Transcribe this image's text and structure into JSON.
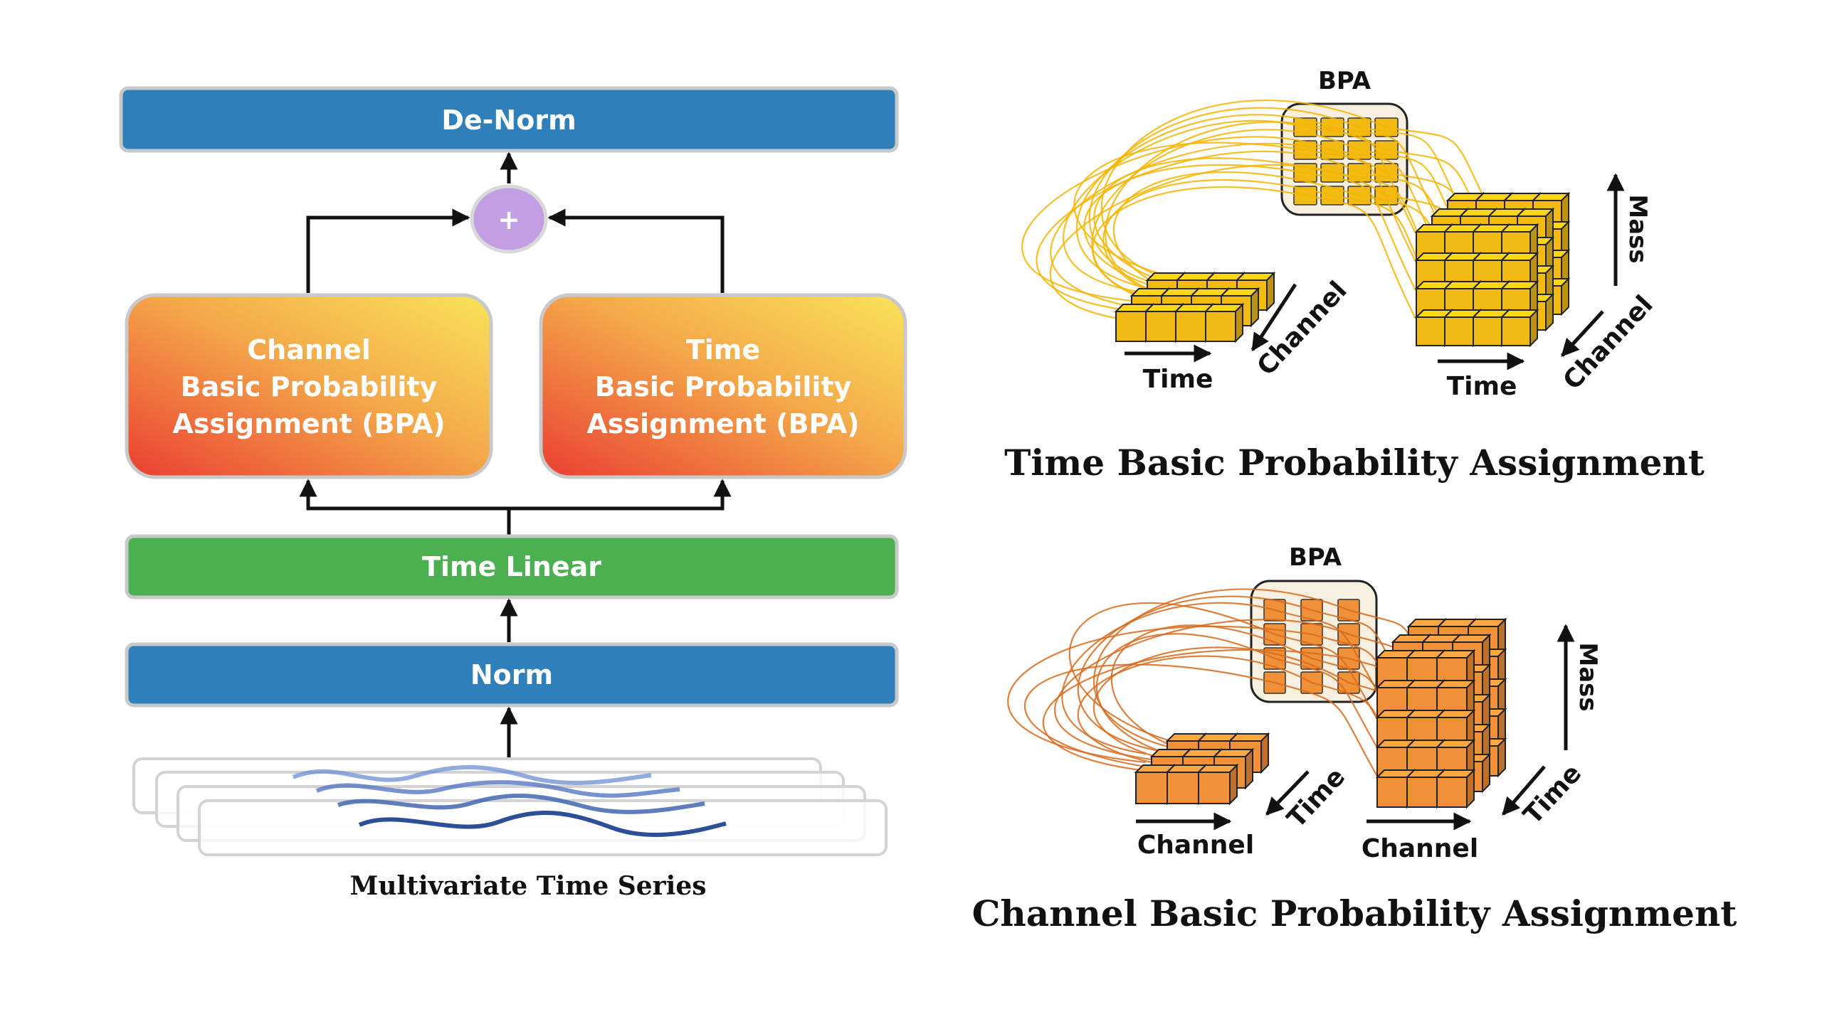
{
  "left": {
    "denorm_label": "De-Norm",
    "plus_symbol": "+",
    "channel_bpa_lines": [
      "Channel",
      "Basic Probability",
      "Assignment (BPA)"
    ],
    "time_bpa_lines": [
      "Time",
      "Basic Probability",
      "Assignment (BPA)"
    ],
    "time_linear_label": "Time Linear",
    "norm_label": "Norm",
    "input_caption": "Multivariate Time Series"
  },
  "right": {
    "time_bpa": {
      "bpa_label": "BPA",
      "small_axis_x": "Time",
      "small_axis_depth": "Channel",
      "big_axis_x": "Time",
      "big_axis_depth": "Channel",
      "big_axis_up": "Mass",
      "caption": "Time Basic Probability Assignment"
    },
    "channel_bpa": {
      "bpa_label": "BPA",
      "small_axis_x": "Channel",
      "small_axis_depth": "Time",
      "big_axis_x": "Channel",
      "big_axis_depth": "Time",
      "big_axis_up": "Mass",
      "caption": "Channel Basic Probability Assignment"
    }
  },
  "colors": {
    "norm_blue": "#2e7fba",
    "linear_green": "#4caf50",
    "plus_purple": "#c29fe3",
    "bpa_gradient_start": "#ea3f32",
    "bpa_gradient_end": "#f9e35a",
    "cube_yellow": "#f2bb14",
    "cube_orange": "#f0913a",
    "curve_yellow": "#f5b400",
    "curve_orange": "#d86a1c",
    "wave_blue": "#2c4f9a"
  }
}
